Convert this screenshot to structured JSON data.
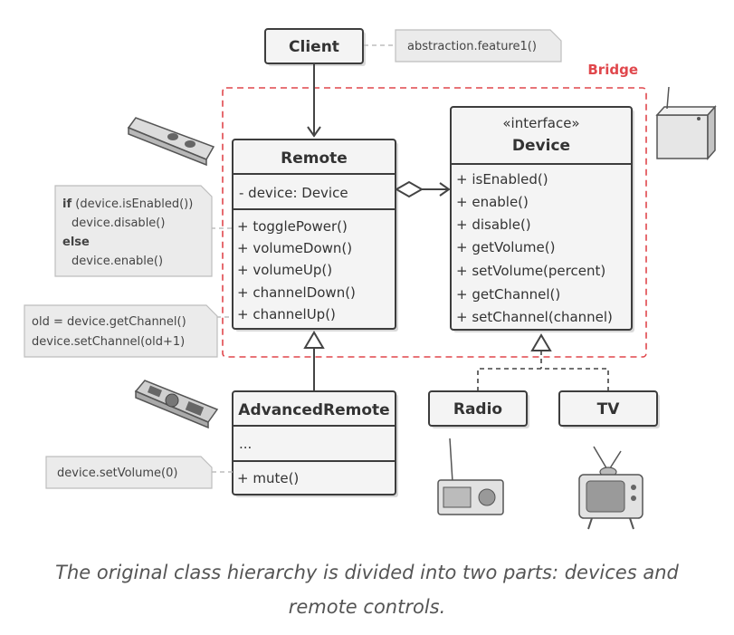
{
  "bridge_label": "Bridge",
  "client": {
    "title": "Client"
  },
  "client_note": "abstraction.feature1()",
  "remote": {
    "title": "Remote",
    "fields": [
      "- device: Device"
    ],
    "methods": [
      "+ togglePower()",
      "+ volumeDown()",
      "+ volumeUp()",
      "+ channelDown()",
      "+ channelUp()"
    ]
  },
  "device": {
    "stereotype": "«interface»",
    "title": "Device",
    "methods": [
      "+ isEnabled()",
      "+ enable()",
      "+ disable()",
      "+ getVolume()",
      "+ setVolume(percent)",
      "+ getChannel()",
      "+ setChannel(channel)"
    ]
  },
  "toggle_note": {
    "line1_kw": "if",
    "line1_rest": " (device.isEnabled())",
    "line2": "device.disable()",
    "line3_kw": "else",
    "line4": "device.enable()"
  },
  "channel_note": {
    "line1": "old = device.getChannel()",
    "line2": "device.setChannel(old+1)"
  },
  "advanced_remote": {
    "title": "AdvancedRemote",
    "fields": [
      "..."
    ],
    "methods": [
      "+ mute()"
    ]
  },
  "mute_note": "device.setVolume(0)",
  "radio": {
    "title": "Radio"
  },
  "tv": {
    "title": "TV"
  },
  "caption_line1": "The original class hierarchy is divided into two parts: devices and",
  "caption_line2": "remote controls.",
  "colors": {
    "bridge": "#e0474c",
    "box_fill": "#f4f4f4",
    "stroke": "#3d3d3d",
    "note": "#ebebeb"
  }
}
